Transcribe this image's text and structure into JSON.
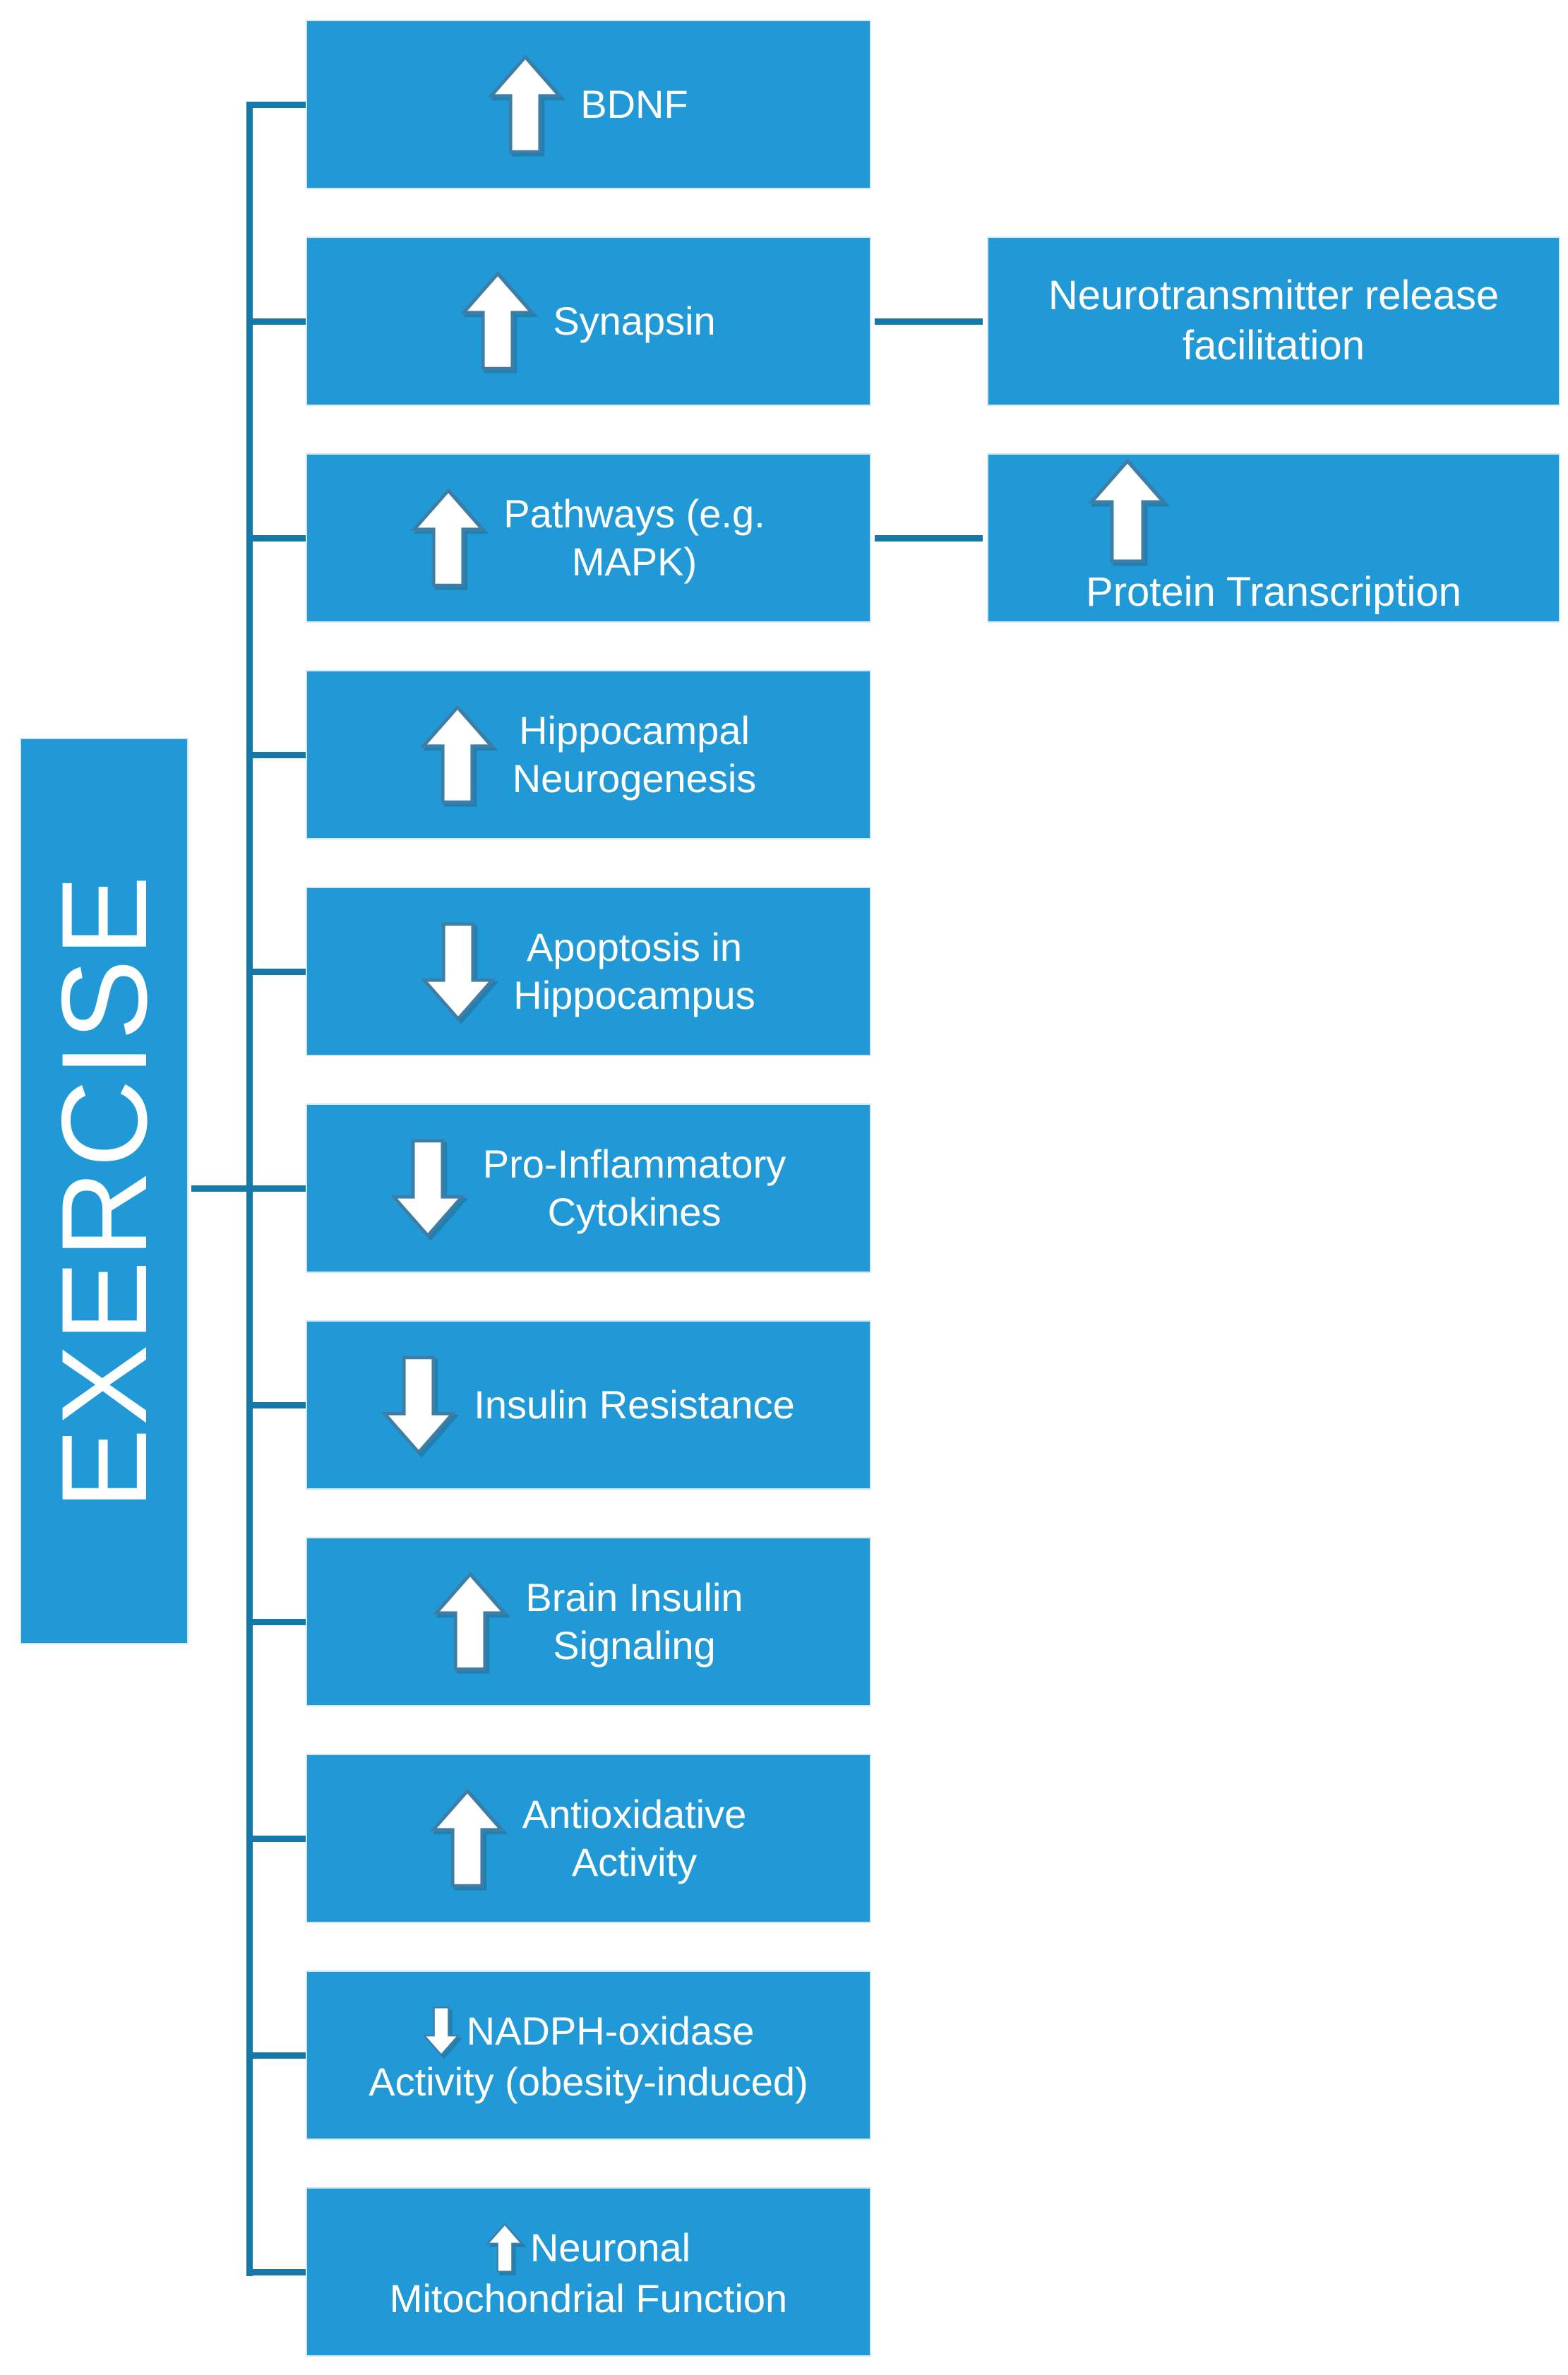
{
  "root": {
    "label": "EXERCISE"
  },
  "colors": {
    "box_fill": "#2199d6",
    "box_border": "#d2e8f5",
    "connector_line": "#1578a8",
    "arrow_fill": "#ffffff",
    "arrow_stroke": "#3e7da5",
    "text": "#ffffff",
    "background": "#ffffff"
  },
  "nodes": [
    {
      "id": "bdnf",
      "arrow": "up",
      "arrow_size": "large",
      "lines": [
        "BDNF"
      ]
    },
    {
      "id": "synapsin",
      "arrow": "up",
      "arrow_size": "large",
      "lines": [
        "Synapsin"
      ]
    },
    {
      "id": "mapk-pathways",
      "arrow": "up",
      "arrow_size": "large",
      "lines": [
        "Pathways (e.g.",
        "MAPK)"
      ]
    },
    {
      "id": "hippocampal-neurogenesis",
      "arrow": "up",
      "arrow_size": "large",
      "lines": [
        "Hippocampal",
        "Neurogenesis"
      ]
    },
    {
      "id": "apoptosis-hippocampus",
      "arrow": "down",
      "arrow_size": "large",
      "lines": [
        "Apoptosis in",
        "Hippocampus"
      ]
    },
    {
      "id": "pro-inflammatory-cytokines",
      "arrow": "down",
      "arrow_size": "large",
      "lines": [
        "Pro-Inflammatory",
        "Cytokines"
      ]
    },
    {
      "id": "insulin-resistance",
      "arrow": "down",
      "arrow_size": "large",
      "lines": [
        "Insulin Resistance"
      ]
    },
    {
      "id": "brain-insulin-signaling",
      "arrow": "up",
      "arrow_size": "large",
      "lines": [
        "Brain Insulin",
        "Signaling"
      ]
    },
    {
      "id": "antioxidative-activity",
      "arrow": "up",
      "arrow_size": "large",
      "lines": [
        "Antioxidative",
        "Activity"
      ]
    },
    {
      "id": "nadph-oxidase-activity",
      "arrow": "down",
      "arrow_size": "small",
      "arrow_inline": true,
      "lines": [
        "NADPH-oxidase",
        "Activity (obesity-induced)"
      ]
    },
    {
      "id": "neuronal-mitochondrial-function",
      "arrow": "up",
      "arrow_size": "small",
      "arrow_inline": true,
      "lines": [
        "Neuronal",
        "Mitochondrial Function"
      ]
    }
  ],
  "right_nodes": [
    {
      "id": "neurotransmitter-release-facilitation",
      "arrow": "none",
      "attach_index": 1,
      "lines": [
        "Neurotransmitter release",
        "facilitation"
      ]
    },
    {
      "id": "protein-transcription",
      "arrow": "up",
      "arrow_size": "large",
      "attach_index": 2,
      "lines": [
        "Protein Transcription"
      ]
    }
  ],
  "links": [
    {
      "from": "exercise",
      "to": "all-nodes"
    },
    {
      "from": "synapsin",
      "to": "neurotransmitter-release-facilitation"
    },
    {
      "from": "mapk-pathways",
      "to": "protein-transcription"
    }
  ]
}
